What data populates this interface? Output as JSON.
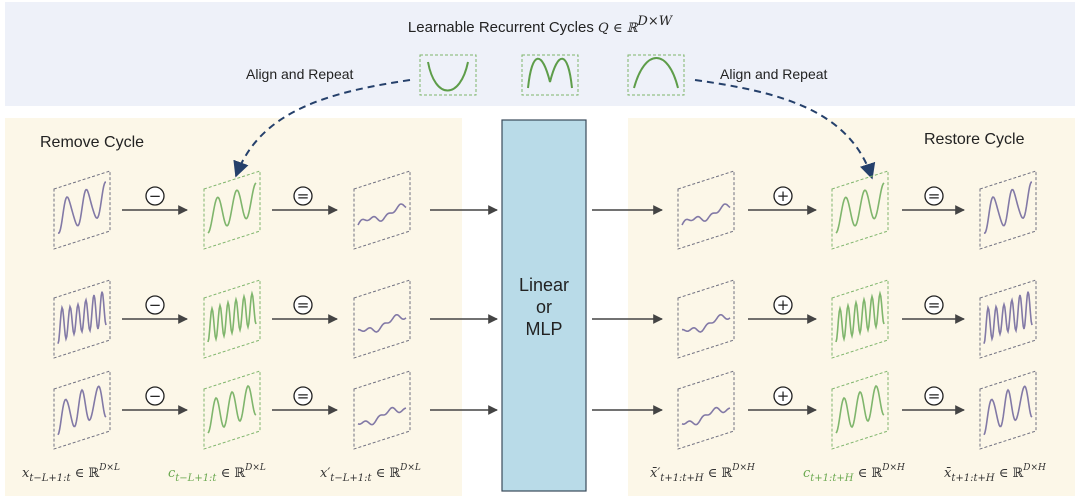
{
  "header": {
    "title": "Learnable Recurrent Cycles",
    "title_math": "Q ∈ ℝ",
    "title_sup": "D×W",
    "align_left": "Align and Repeat",
    "align_right": "Align and Repeat"
  },
  "left_panel": {
    "title": "Remove Cycle"
  },
  "right_panel": {
    "title": "Restore Cycle"
  },
  "model": {
    "line1": "Linear",
    "line2": "or",
    "line3": "MLP"
  },
  "operators": {
    "minus": "−",
    "equals": "=",
    "plus": "+"
  },
  "labels": {
    "input": {
      "base": "x",
      "sub": "t−L+1:t",
      "set": " ∈ ℝ",
      "sup": "D×L"
    },
    "cycle_in": {
      "base": "c",
      "sub": "t−L+1:t",
      "set": " ∈ ℝ",
      "sup": "D×L"
    },
    "residual_in": {
      "base": "x′",
      "sub": "t−L+1:t",
      "set": " ∈ ℝ",
      "sup": "D×L"
    },
    "residual_out": {
      "base": "x̄′",
      "sub": "t+1:t+H",
      "set": " ∈ ℝ",
      "sup": "D×H"
    },
    "cycle_out": {
      "base": "c",
      "sub": "t+1:t+H",
      "set": " ∈ ℝ",
      "sup": "D×H"
    },
    "output": {
      "base": "x̄",
      "sub": "t+1:t+H",
      "set": " ∈ ℝ",
      "sup": "D×H"
    }
  },
  "colors": {
    "header_bg": "#eef1f9",
    "panel_bg": "#fcf7e8",
    "model_fill": "#b9dbe8",
    "model_stroke": "#3a4a5a",
    "cycle_green": "#7fb56c",
    "series_purple": "#8279a6",
    "curved_arrow": "#25406b",
    "arrow_gray": "#444444",
    "green_label": "#6aa84f"
  }
}
